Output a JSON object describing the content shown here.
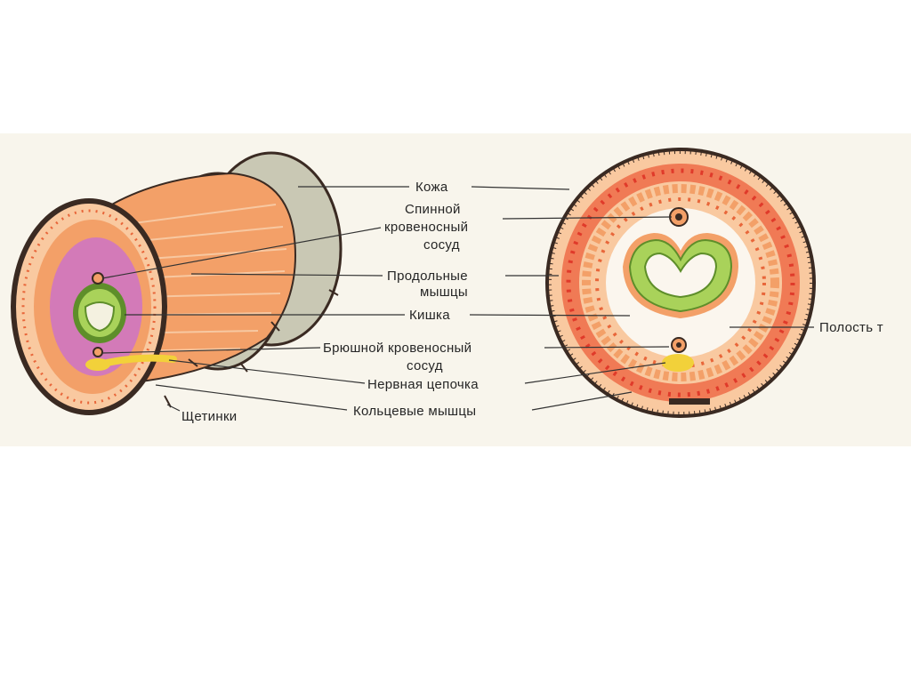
{
  "labels": {
    "skin": "Кожа",
    "dorsal_vessel_1": "Спинной",
    "dorsal_vessel_2": "кровеносный",
    "dorsal_vessel_3": "сосуд",
    "longitudinal_1": "Продольные",
    "longitudinal_2": "мышцы",
    "intestine": "Кишка",
    "ventral_vessel_1": "Брюшной кровеносный",
    "ventral_vessel_2": "сосуд",
    "nerve_chain": "Нервная цепочка",
    "circular_muscles": "Кольцевые мышцы",
    "setae": "Щетинки",
    "body_cavity": "Полость т"
  },
  "colors": {
    "skin_grey": "#c9c8b4",
    "muscle_orange": "#f3a068",
    "muscle_light": "#f9c9a0",
    "intestine_green": "#a9d25a",
    "intestine_dark": "#5e8e2a",
    "cavity_pink": "#d37ab8",
    "nerve_yellow": "#f2d13a",
    "outline": "#3a2a22"
  }
}
